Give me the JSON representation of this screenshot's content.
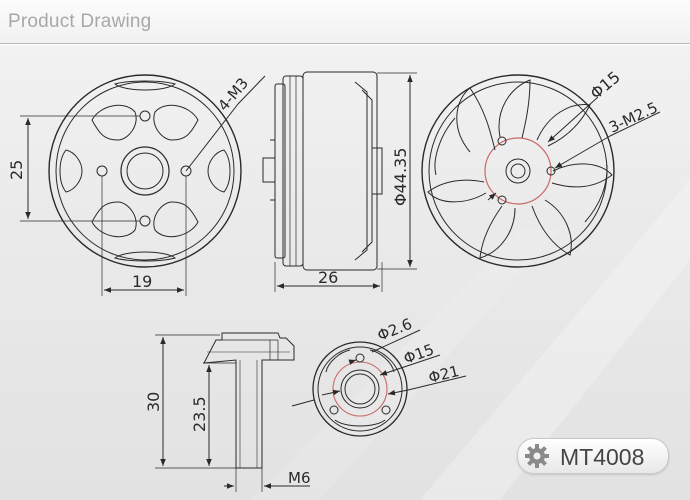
{
  "header": {
    "title": "Product Drawing"
  },
  "views": {
    "front": {
      "hole_label": "4-M3",
      "vertical_dim": "25",
      "horizontal_dim": "19"
    },
    "side": {
      "diameter_dim": "Φ44.35",
      "width_dim": "26"
    },
    "back": {
      "diameter_dim": "Φ15",
      "hole_label": "3-M2.5"
    },
    "shaft": {
      "total_height": "30",
      "shaft_height": "23.5",
      "thread": "M6"
    },
    "prop_adapter": {
      "hole_dim": "Φ2.6",
      "inner_dim": "Φ15",
      "outer_dim": "Φ21"
    }
  },
  "badge": {
    "icon": "gear-icon",
    "model": "MT4008"
  },
  "colors": {
    "line": "#2a2a2a",
    "accent_circle": "#c96a6a",
    "header_text": "#a8a8a8"
  }
}
